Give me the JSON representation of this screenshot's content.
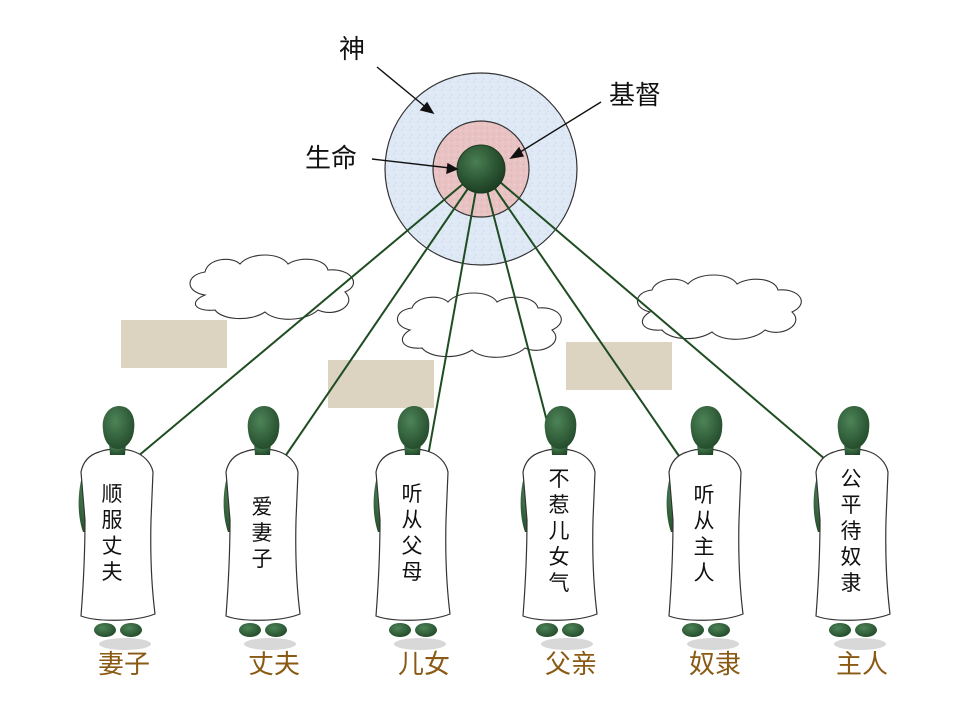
{
  "diagram": {
    "center_labels": {
      "god": "神",
      "christ": "基督",
      "life": "生命"
    },
    "figures": [
      {
        "role": "妻子",
        "duty": [
          "顺",
          "服",
          "丈",
          "夫"
        ]
      },
      {
        "role": "丈夫",
        "duty": [
          "爱",
          "妻",
          "子"
        ]
      },
      {
        "role": "儿女",
        "duty": [
          "听",
          "从",
          "父",
          "母"
        ]
      },
      {
        "role": "父亲",
        "duty": [
          "不",
          "惹",
          "儿",
          "女",
          "气"
        ]
      },
      {
        "role": "奴隶",
        "duty": [
          "听",
          "从",
          "主",
          "人"
        ]
      },
      {
        "role": "主人",
        "duty": [
          "公",
          "平",
          "待",
          "奴",
          "隶"
        ]
      }
    ],
    "colors": {
      "outer_circle": "#dfe9f5",
      "middle_circle": "#e9c3c3",
      "core": "#2e5a36",
      "lines": "#1f4d22",
      "role_text": "#8a5a14",
      "robe": "#ffffff",
      "skin": "#2f5d39",
      "tan_box": "#dcd3c0"
    }
  }
}
